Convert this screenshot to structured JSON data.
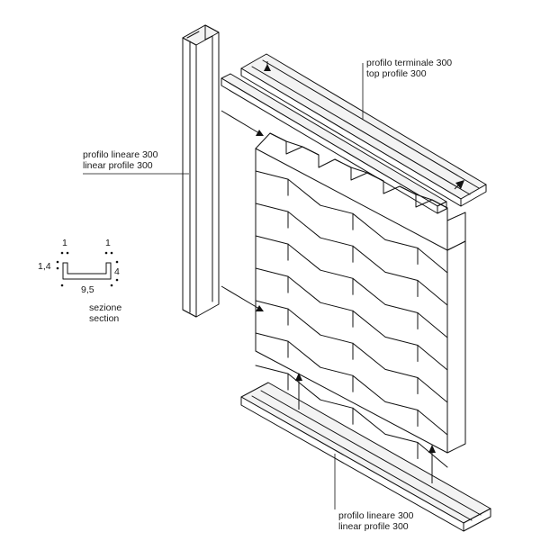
{
  "labels": {
    "top_profile_it": "profilo terminale 300",
    "top_profile_en": "top profile 300",
    "linear_profile_left_it": "profilo lineare 300",
    "linear_profile_left_en": "linear profile 300",
    "linear_profile_bottom_it": "profilo lineare 300",
    "linear_profile_bottom_en": "linear profile 300",
    "section_it": "sezione",
    "section_en": "section"
  },
  "section_dimensions": {
    "lip_left": "1",
    "lip_right": "1",
    "height_left": "1,4",
    "height_right": "4",
    "width": "9,5"
  }
}
